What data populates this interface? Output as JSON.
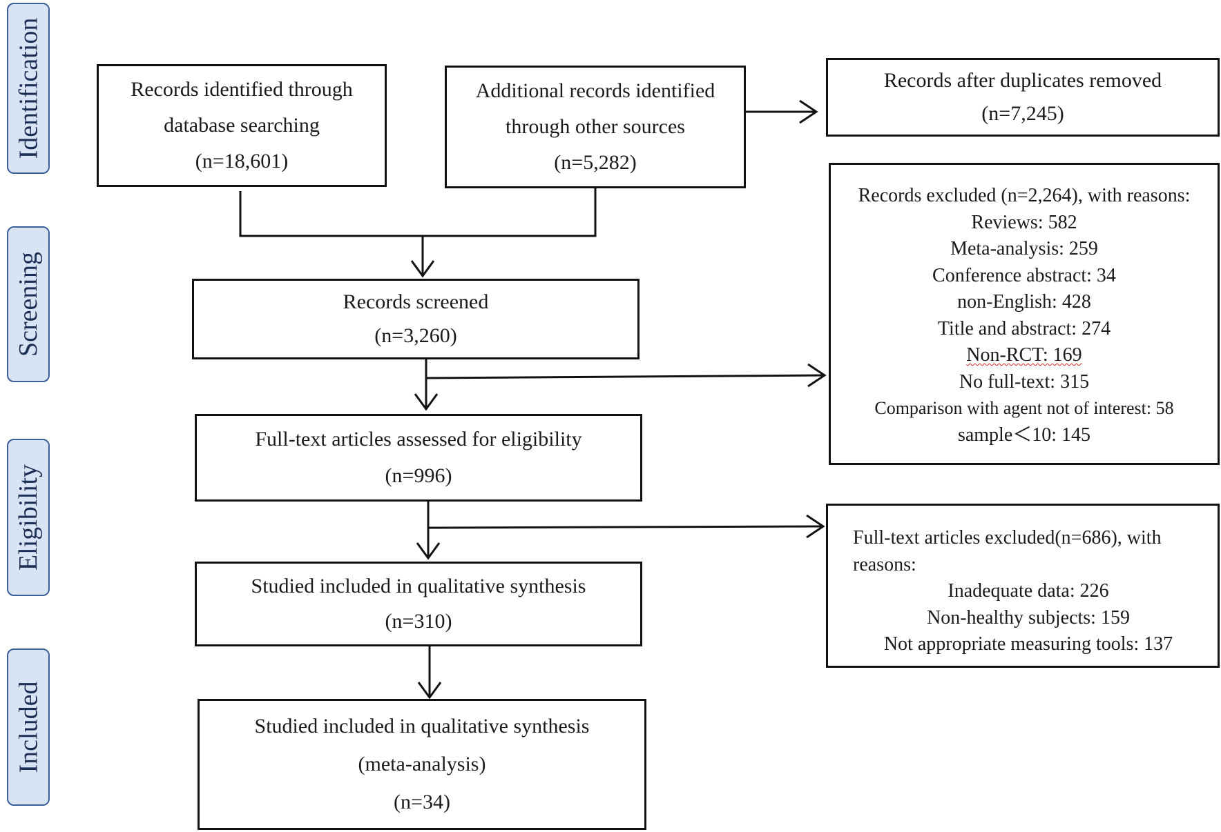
{
  "stages": {
    "identification": "Identification",
    "screening": "Screening",
    "eligibility": "Eligibility",
    "included": "Included"
  },
  "boxes": {
    "database_search": {
      "line1": "Records identified through",
      "line2": "database searching",
      "count": "(n=18,601)"
    },
    "other_sources": {
      "line1": "Additional records identified",
      "line2": "through other sources",
      "count": "(n=5,282)"
    },
    "duplicates_removed": {
      "line1": "Records after duplicates removed",
      "count": "(n=7,245)"
    },
    "records_screened": {
      "line1": "Records screened",
      "count": "(n=3,260)"
    },
    "records_excluded": {
      "header": "Records excluded (n=2,264), with reasons:",
      "reasons": [
        "Reviews: 582",
        "Meta-analysis: 259",
        "Conference abstract: 34",
        "non-English: 428",
        "Title and abstract: 274",
        "Non-RCT: 169",
        "No full-text: 315",
        "Comparison with agent not of interest: 58",
        "sample＜10: 145"
      ]
    },
    "full_text_assessed": {
      "line1": "Full-text articles assessed for eligibility",
      "count": "(n=996)"
    },
    "full_text_excluded": {
      "header_line1": "Full-text articles excluded(n=686), with",
      "header_line2": "reasons:",
      "reasons": [
        "Inadequate data: 226",
        "Non-healthy subjects: 159",
        "Not appropriate measuring tools: 137"
      ]
    },
    "qualitative_synthesis": {
      "line1": "Studied included in qualitative synthesis",
      "count": "(n=310)"
    },
    "quantitative_synthesis": {
      "line1": "Studied included in qualitative synthesis",
      "line2": "(meta-analysis)",
      "count": "(n=34)"
    }
  },
  "colors": {
    "stage_fill": "#d8e3f3",
    "stage_border": "#3c5f9a",
    "stage_text": "#1b2f55",
    "box_border": "#111111",
    "arrow": "#111111",
    "spellcheck_underline": "#d22"
  }
}
